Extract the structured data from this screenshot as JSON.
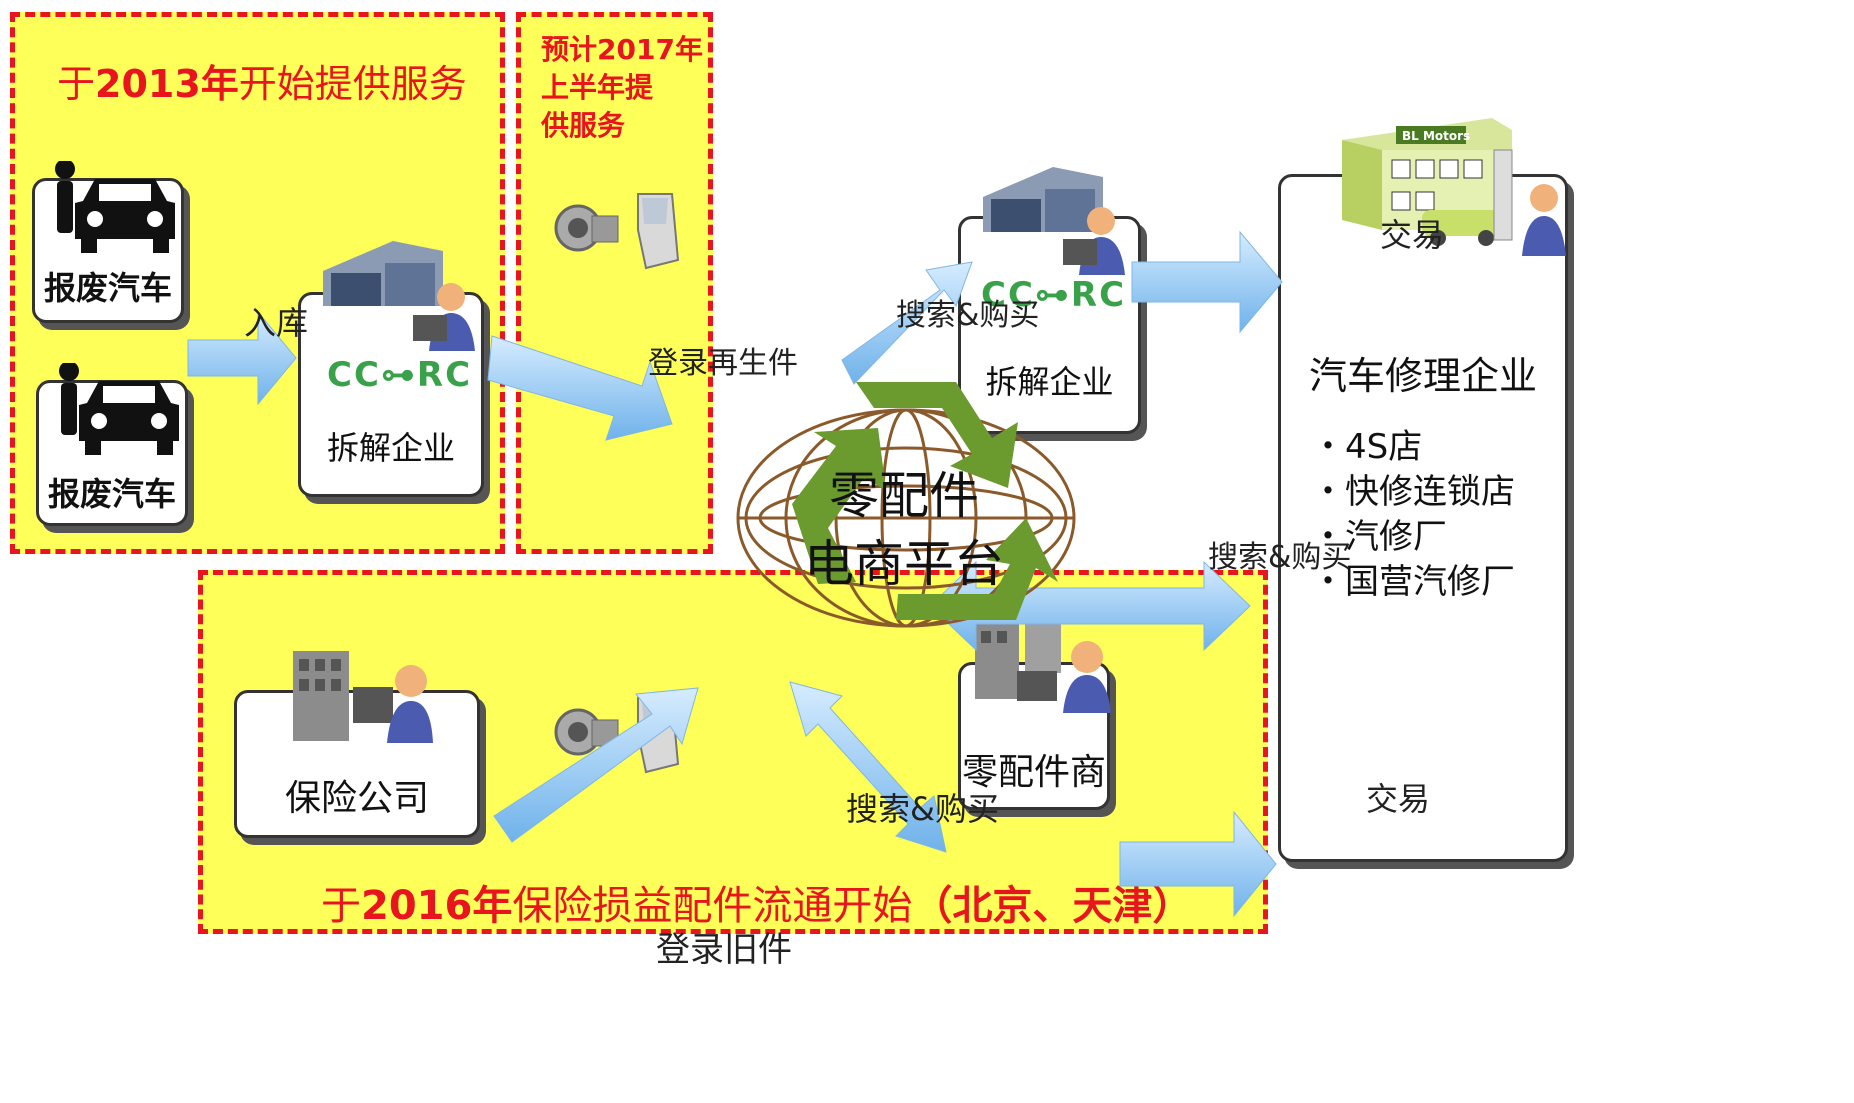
{
  "zones": {
    "top_left": {
      "prefix": "于",
      "year": "2013年",
      "suffix": "开始提供服务"
    },
    "top_middle": {
      "line1_prefix": "预计",
      "line1_bold": "2017年",
      "line2": "上半年提",
      "line3": "供服务"
    },
    "bottom": {
      "prefix": "于",
      "year": "2016年",
      "middle": "保险损益配件流通开始",
      "region": "（北京、天津）"
    }
  },
  "cards": {
    "scrap_car_1": "报废汽车",
    "scrap_car_2": "报废汽车",
    "dismantler_left": "拆解企业",
    "dismantler_right": "拆解企业",
    "insurance": "保险公司",
    "parts_dealer": "零配件商",
    "repair": {
      "title": "汽车修理企业",
      "items": [
        "4S店",
        "快修连锁店",
        "汽修厂",
        "国营汽修厂"
      ]
    }
  },
  "logos": {
    "ccrc": "CC⊶RC"
  },
  "building_sign": "BL Motors",
  "labels": {
    "warehouse": "入库",
    "register_recycled": "登录再生件",
    "search_buy_top": "搜索&购买",
    "trade_top": "交易",
    "search_buy_middle": "搜索&购买",
    "search_buy_bottom": "搜索&购买",
    "trade_bottom": "交易",
    "register_used": "登录旧件"
  },
  "platform": {
    "line1": "零配件",
    "line2": "电商平台"
  },
  "colors": {
    "zone_fill": "#ffff5a",
    "zone_border": "#e8141e",
    "arrow_fill": "#8fc4f2",
    "globe": "#8b5a2b",
    "recycle": "#6b9a2e",
    "logo": "#3aa14b"
  },
  "icons": [
    "scrap-car-icon",
    "person-icon",
    "warehouse-icon",
    "office-worker-icon",
    "compressor-icon",
    "car-door-icon",
    "globe-icon",
    "recycle-icon",
    "office-building-icon",
    "repair-shop-icon"
  ]
}
